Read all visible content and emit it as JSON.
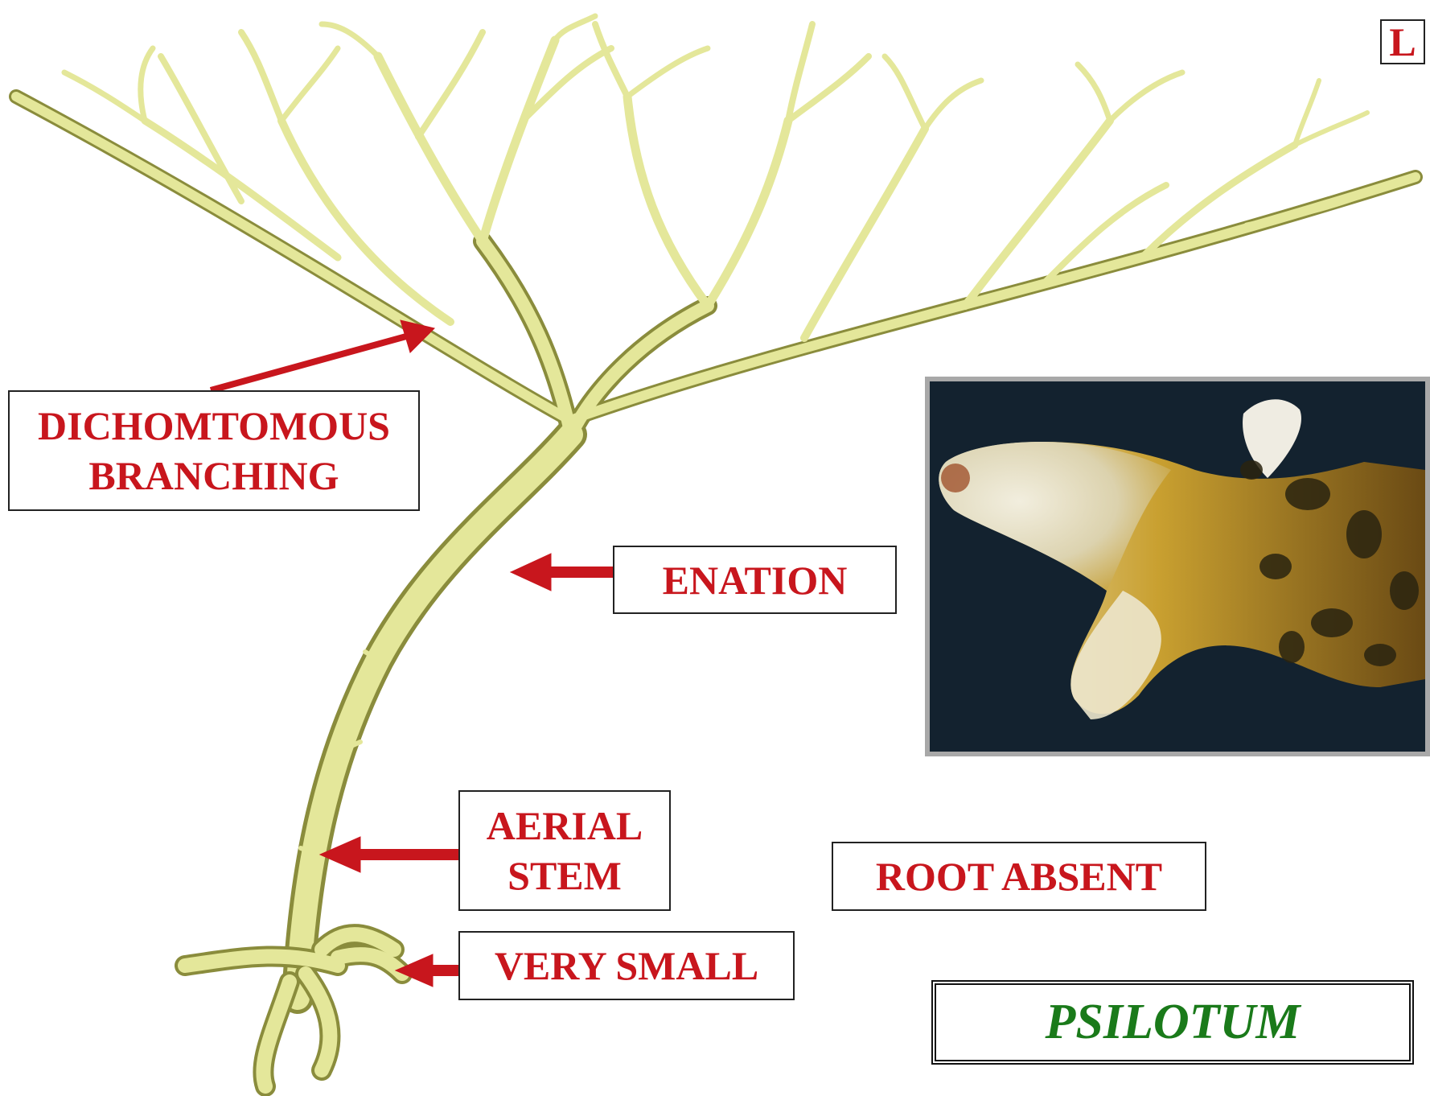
{
  "labels": {
    "branching_line1": "DICHOMTOMOUS",
    "branching_line2": "BRANCHING",
    "enation": "ENATION",
    "aerial_line1": "AERIAL",
    "aerial_line2": "STEM",
    "root_absent": "ROOT ABSENT",
    "very_small": "VERY SMALL"
  },
  "title": "PSILOTUM",
  "corner_letter": "L",
  "colors": {
    "label_text": "#c8161d",
    "arrow": "#c8161d",
    "title_text": "#1a7a1a",
    "plant_fill": "#e4e79a",
    "plant_outline": "#8a8c3c",
    "photo_background": "#13222f"
  }
}
